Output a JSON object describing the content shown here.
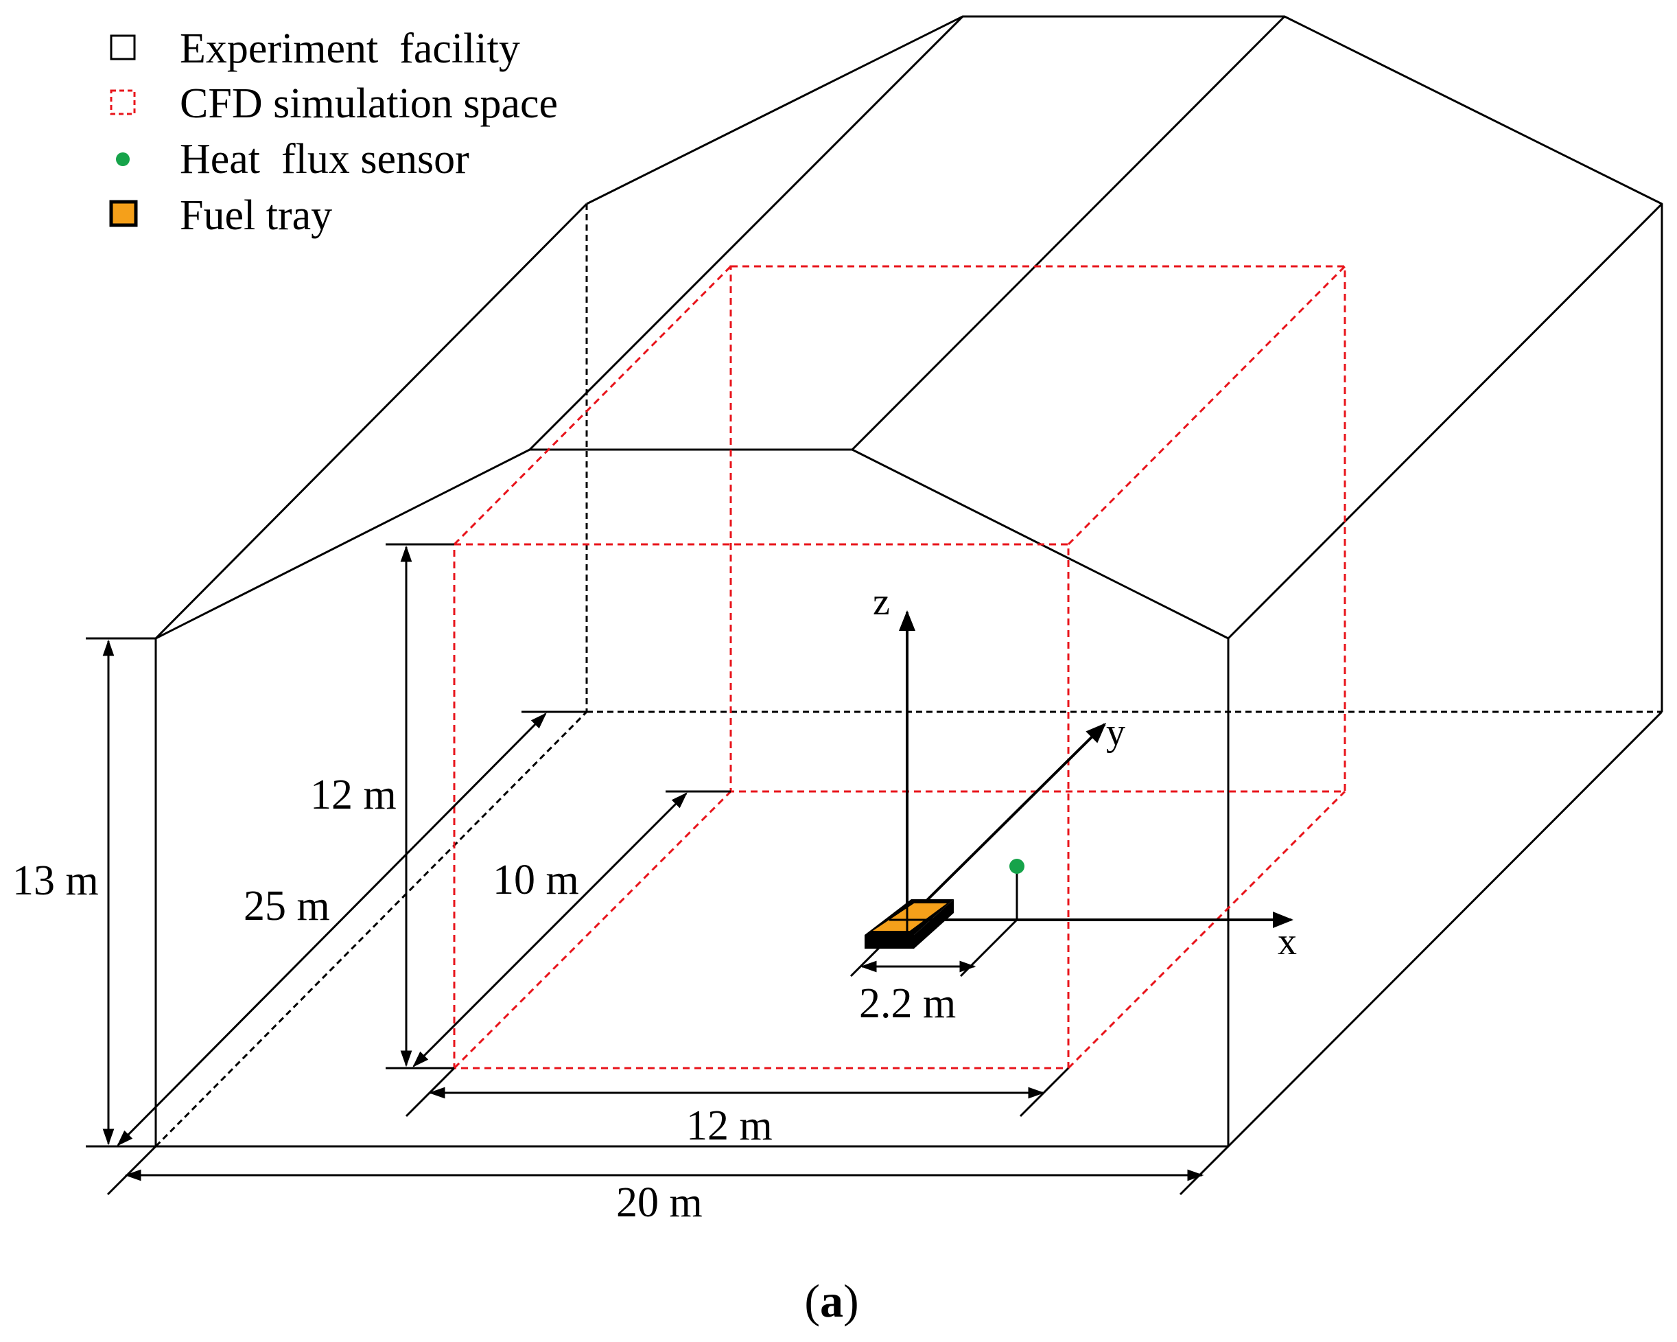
{
  "legend": {
    "items": [
      {
        "label": "Experiment  facility",
        "symbol": "solid-square"
      },
      {
        "label": "CFD simulation space",
        "symbol": "dashed-red-square"
      },
      {
        "label": "Heat  flux sensor",
        "symbol": "green-dot"
      },
      {
        "label": "Fuel tray",
        "symbol": "orange-filled-square"
      }
    ]
  },
  "dimensions": {
    "facility_height": "13 m",
    "facility_depth": "25 m",
    "facility_width": "20 m",
    "cfd_height": "12 m",
    "cfd_depth": "10 m",
    "cfd_width": "12 m",
    "sensor_offset": "2.2 m"
  },
  "axes": {
    "x": "x",
    "y": "y",
    "z": "z"
  },
  "caption": {
    "open": "(",
    "letter": "a",
    "close": ")"
  },
  "colors": {
    "facility": "#000000",
    "cfd_space": "#e8141b",
    "sensor": "#16a34a",
    "fuel_tray": "#f5a01a"
  }
}
